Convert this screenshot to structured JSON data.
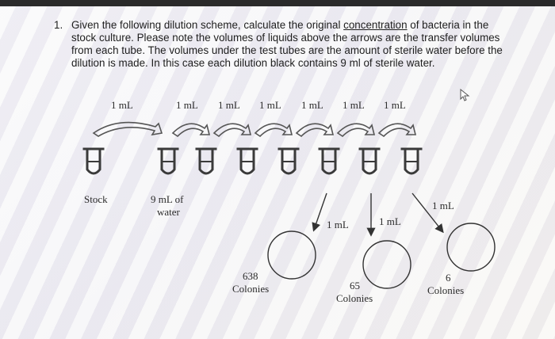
{
  "question": {
    "number": "1.",
    "text_before": "Given the following dilution scheme, calculate the original ",
    "link_word": "concentration",
    "text_after": " of bacteria in the stock culture. Please note the volumes of liquids above the arrows are the transfer volumes from each tube. The volumes under the test tubes are the amount of sterile water before the dilution is made. In this case each dilution black contains 9 ml of sterile water."
  },
  "transfer_labels": [
    "1 mL",
    "1 mL",
    "1 mL",
    "1 mL",
    "1 mL",
    "1 mL",
    "1 mL"
  ],
  "tube_labels": {
    "stock": "Stock",
    "water_line1": "9 mL of",
    "water_line2": "water"
  },
  "plating": [
    {
      "volume": "1 mL",
      "count": "638",
      "unit": "Colonies"
    },
    {
      "volume": "1 mL",
      "count": "65",
      "unit": "Colonies"
    },
    {
      "volume": "1 mL",
      "count": "6",
      "unit": "Colonies"
    }
  ],
  "colors": {
    "ink": "#2b2b2b",
    "tube": "#3a3a3a"
  }
}
